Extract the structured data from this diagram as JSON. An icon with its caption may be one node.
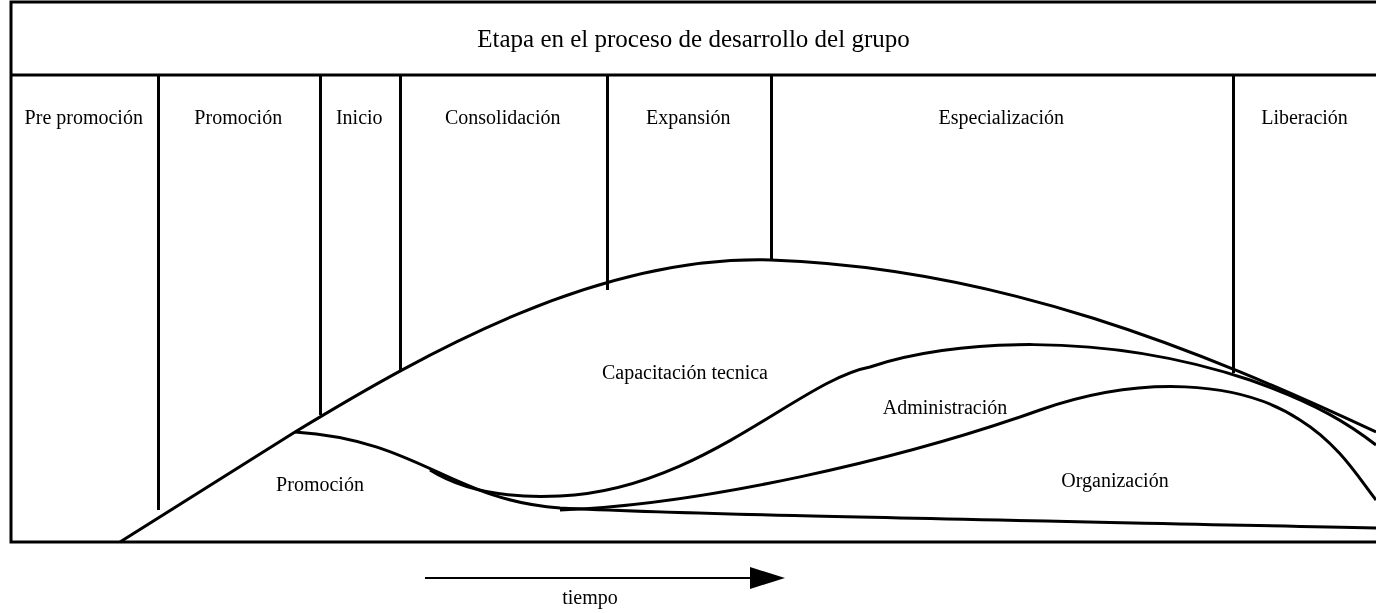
{
  "diagram": {
    "title": "Etapa en el proceso de desarrollo del grupo",
    "nodes": [
      {
        "text": [
          "Pre promoción"
        ]
      },
      {
        "text": [
          "Promoción"
        ]
      },
      {
        "text": [
          "Inicio"
        ]
      },
      {
        "text": [
          "Consolidación"
        ]
      },
      {
        "text": [
          "Expansión"
        ]
      },
      {
        "text": [
          "Especialización"
        ]
      },
      {
        "text": [
          "Liberación"
        ]
      }
    ],
    "edges": [],
    "labels": [
      "Capacitación tecnica",
      "Administración",
      "Promoción",
      "Organización",
      "tiempo"
    ]
  }
}
